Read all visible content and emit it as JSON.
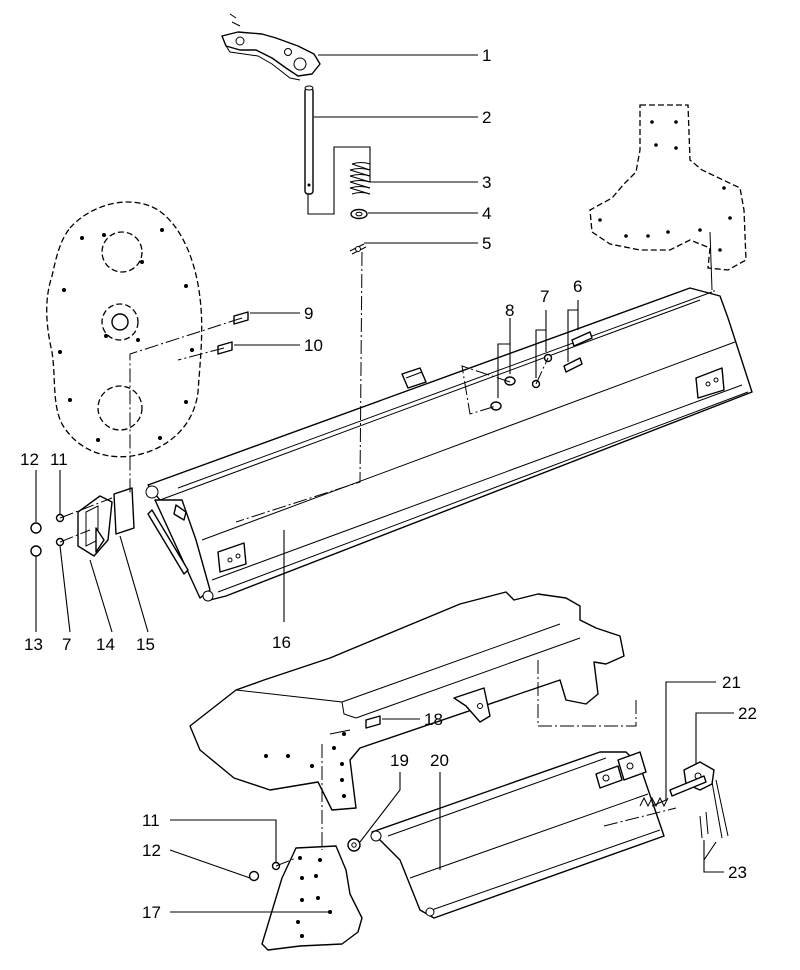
{
  "callouts": {
    "c1": "1",
    "c2": "2",
    "c3": "3",
    "c4": "4",
    "c5": "5",
    "c6": "6",
    "c7a": "7",
    "c8": "8",
    "c9": "9",
    "c10": "10",
    "c12a": "12",
    "c11a": "11",
    "c13": "13",
    "c7b": "7",
    "c14": "14",
    "c15": "15",
    "c16": "16",
    "c21": "21",
    "c22": "22",
    "c18": "18",
    "c19": "19",
    "c20": "20",
    "c11b": "11",
    "c12b": "12",
    "c17": "17",
    "c23": "23"
  },
  "colors": {
    "line": "#000000",
    "paper": "#ffffff"
  }
}
